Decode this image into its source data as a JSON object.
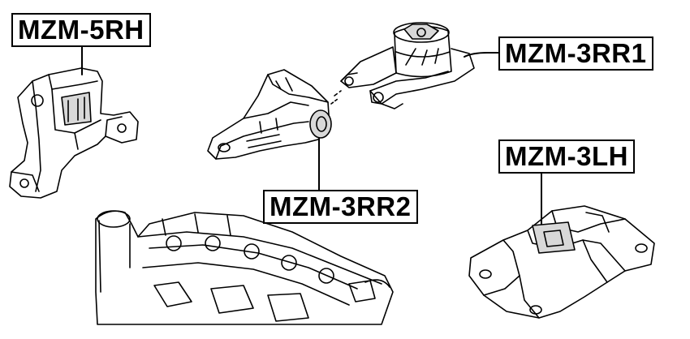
{
  "labels": {
    "mzm_5rh": "MZM-5RH",
    "mzm_3rr1": "MZM-3RR1",
    "mzm_3lh": "MZM-3LH",
    "mzm_3rr2": "MZM-3RR2"
  },
  "colors": {
    "line": "#000000",
    "shade": "#d8d8d8",
    "background": "#ffffff"
  }
}
